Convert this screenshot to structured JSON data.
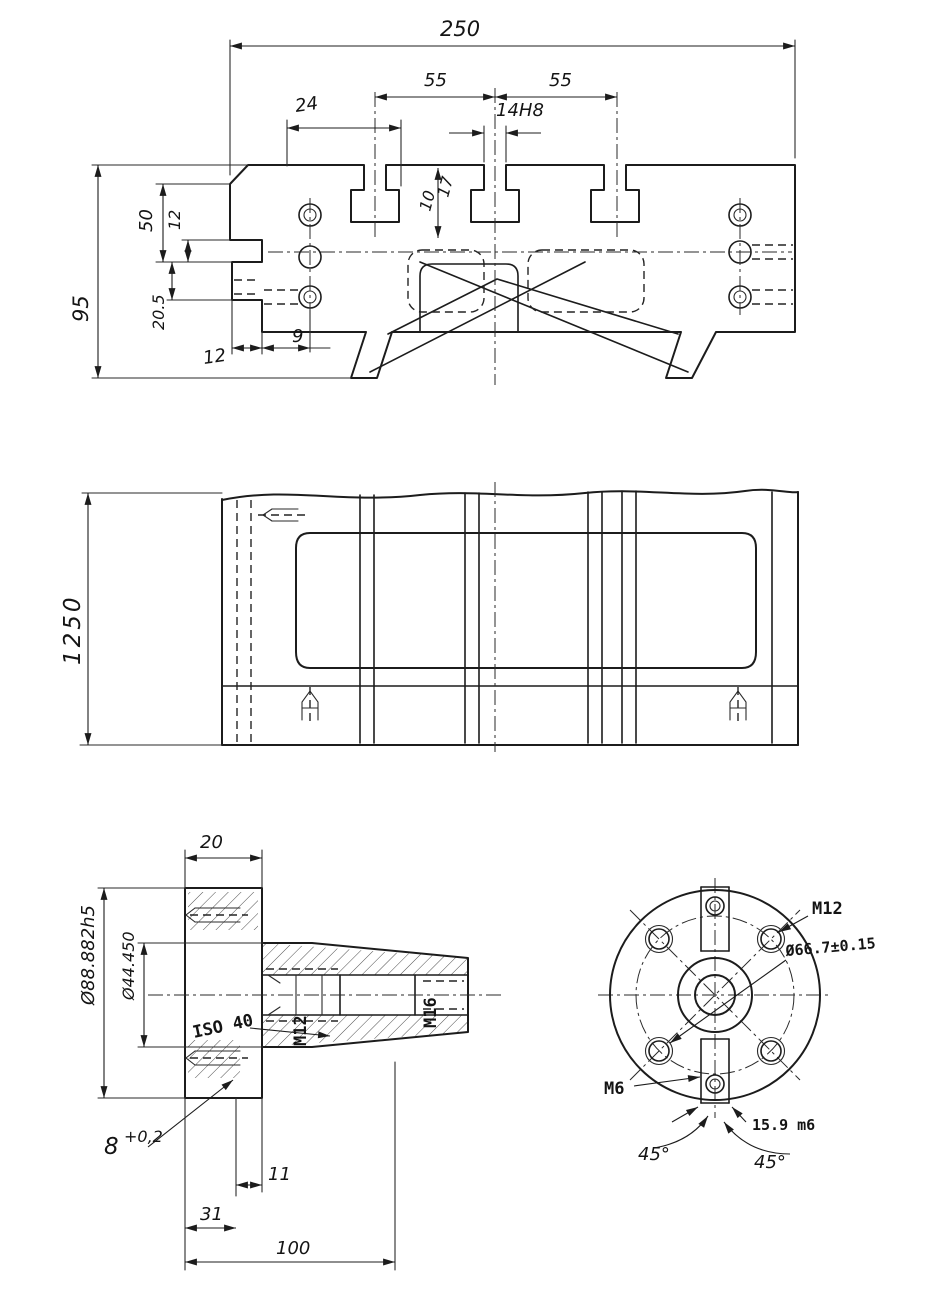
{
  "sheet": {
    "ink_color": "#1c1c1c",
    "paper_color": "#ffffff"
  },
  "section_view": {
    "d250": "250",
    "d55a": "55",
    "d55b": "55",
    "d24": "24",
    "d14h8": "14H8",
    "d10": "10",
    "d17": "17",
    "d50": "50",
    "d12top": "12",
    "d95": "95",
    "d205": "20.5",
    "d12bot": "12",
    "d9": "9"
  },
  "front_view": {
    "d1250": "1250"
  },
  "arbor_view": {
    "d20": "20",
    "dflange": "Ø88.882h5",
    "dtaper": "Ø44.450",
    "taper": "ISO 40",
    "m12": "M12",
    "m16": "M16",
    "d8": "8",
    "d8tol": "+0,2",
    "d11": "11",
    "d31": "31",
    "d100": "100"
  },
  "end_view": {
    "m12": "M12",
    "bolt_circle": "Ø66.7±0.15",
    "m6": "M6",
    "key": "15.9 m6",
    "a45l": "45°",
    "a45r": "45°"
  }
}
